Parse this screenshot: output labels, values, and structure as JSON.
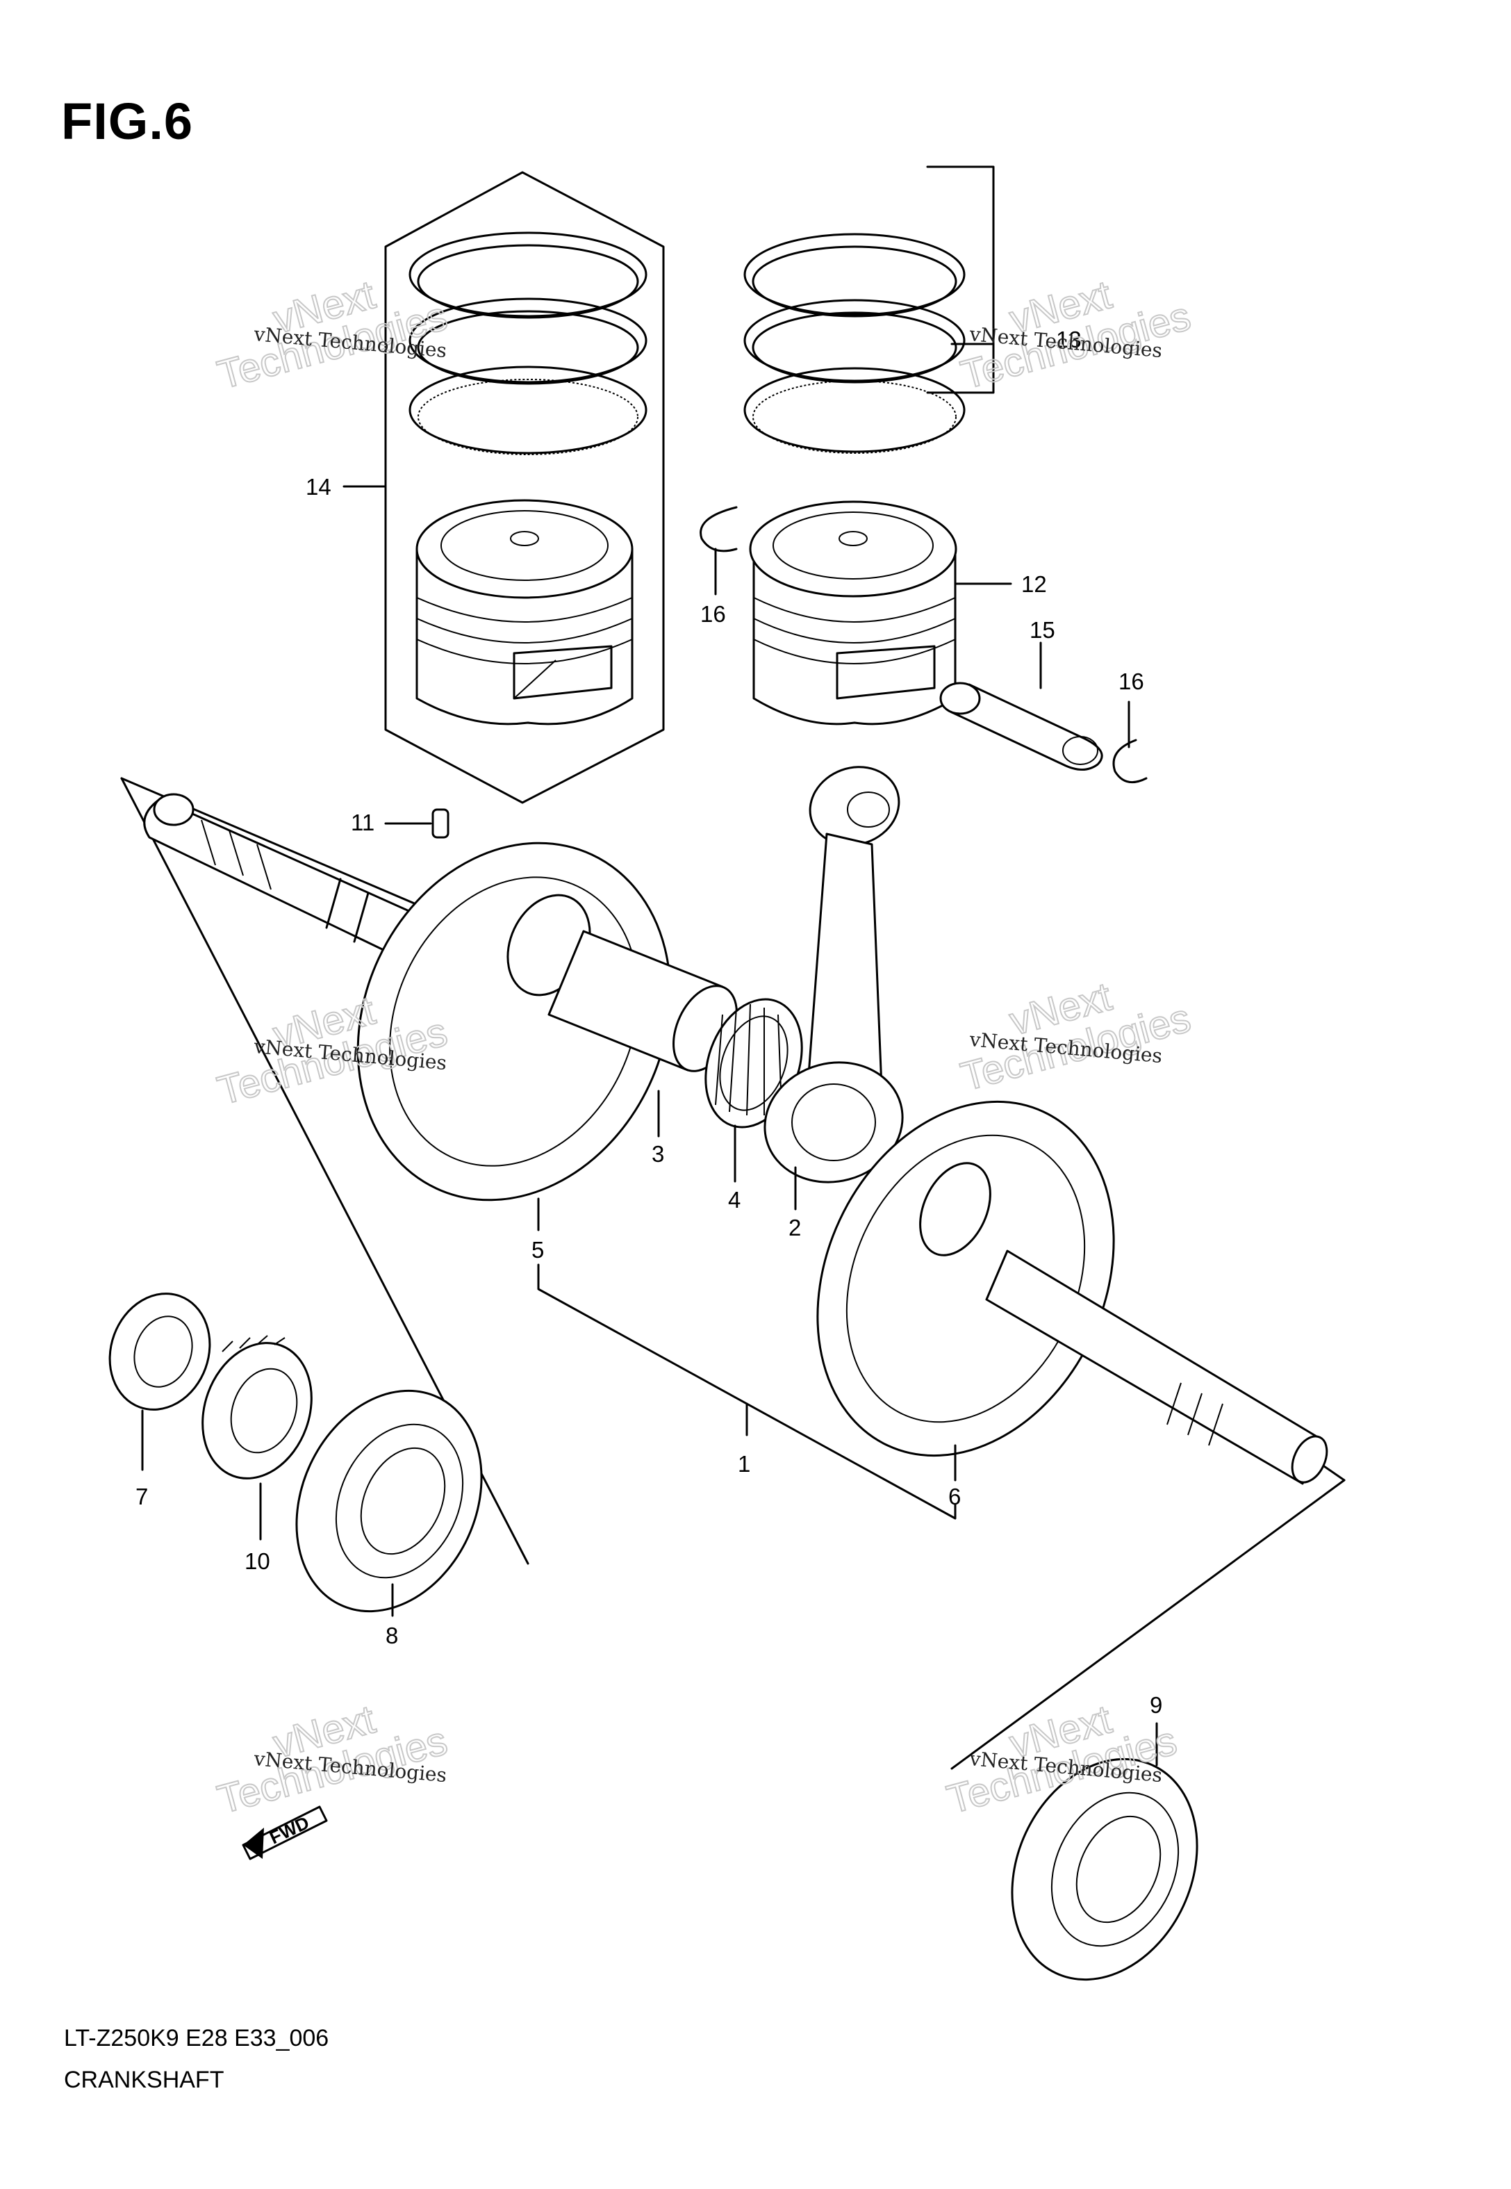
{
  "figure": {
    "title": "FIG.6",
    "model_code": "LT-Z250K9 E28 E33_006",
    "section_name": "CRANKSHAFT",
    "direction_badge": "FWD"
  },
  "watermark": {
    "line": "vNext Technologies",
    "big_top": "vNext",
    "big_bottom": "Technologies"
  },
  "callouts": [
    "1",
    "2",
    "3",
    "4",
    "5",
    "6",
    "7",
    "8",
    "9",
    "10",
    "11",
    "12",
    "13",
    "14",
    "15",
    "16",
    "16"
  ],
  "icons": [
    "crankshaft-assembly",
    "piston-kit",
    "piston",
    "connecting-rod",
    "needle-bearing",
    "ball-bearing",
    "timing-gear",
    "piston-pin",
    "circlip",
    "dowel-pin"
  ]
}
